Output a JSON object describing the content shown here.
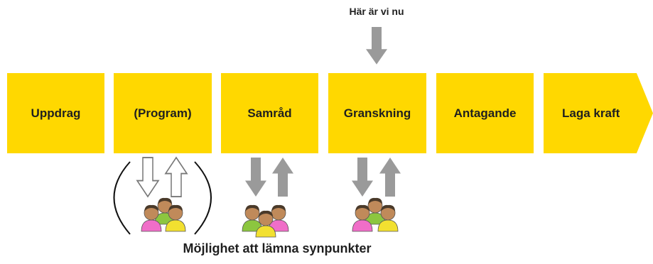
{
  "here_label": "Här är vi nu",
  "steps": [
    {
      "label": "Uppdrag"
    },
    {
      "label": "(Program)"
    },
    {
      "label": "Samråd"
    },
    {
      "label": "Granskning"
    },
    {
      "label": "Antagande"
    },
    {
      "label": "Laga kraft"
    }
  ],
  "current_step": "Granskning",
  "bottom_caption": "Möjlighet att lämna synpunkter",
  "colors": {
    "step_fill": "#ffd800",
    "arrow_gray": "#9a9a9a",
    "text": "#1f1f1f"
  },
  "icons": [
    "down-arrow-icon",
    "up-arrow-icon",
    "people-group-icon",
    "parenthesis-left",
    "parenthesis-right"
  ]
}
